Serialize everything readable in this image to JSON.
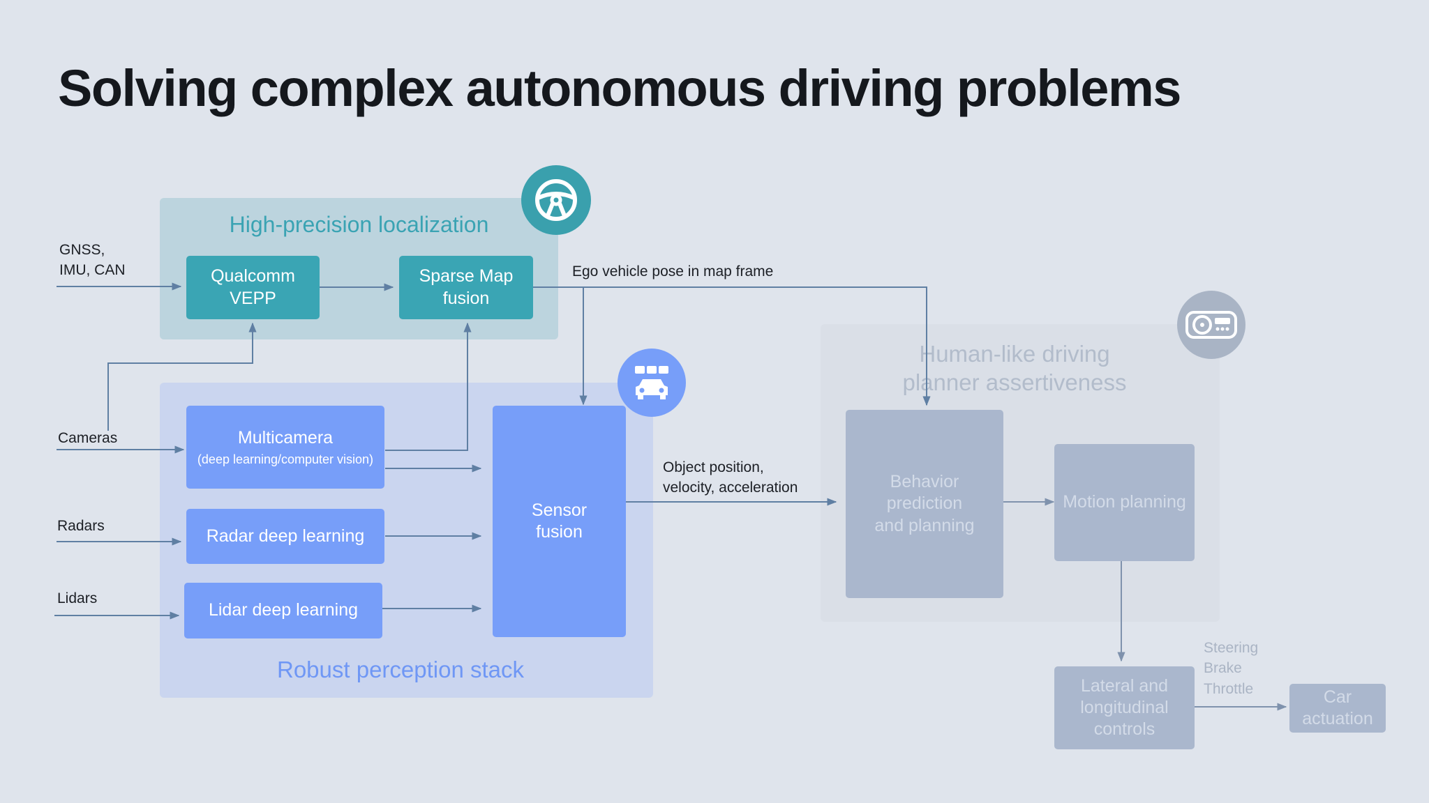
{
  "title": "Solving complex autonomous driving problems",
  "localization": {
    "title": "High-precision localization",
    "vepp_line1": "Qualcomm",
    "vepp_line2": "VEPP",
    "sparse_line1": "Sparse Map",
    "sparse_line2": "fusion",
    "icon": "steering-wheel-icon"
  },
  "perception": {
    "title": "Robust perception stack",
    "multicamera": "Multicamera",
    "multicamera_sub": "(deep learning/computer vision)",
    "radar": "Radar deep learning",
    "lidar": "Lidar deep learning",
    "fusion_line1": "Sensor",
    "fusion_line2": "fusion",
    "icon": "car-sensors-icon"
  },
  "planner": {
    "title_line1": "Human-like driving",
    "title_line2": "planner assertiveness",
    "behavior_line1": "Behavior",
    "behavior_line2": "prediction",
    "behavior_line3": "and planning",
    "motion": "Motion planning",
    "icon": "steering-dashboard-icon"
  },
  "controls": {
    "lateral_line1": "Lateral and",
    "lateral_line2": "longitudinal",
    "lateral_line3": "controls",
    "car_line1": "Car",
    "car_line2": "actuation",
    "signal_1": "Steering",
    "signal_2": "Brake",
    "signal_3": "Throttle"
  },
  "inputs": {
    "gnss_line1": "GNSS,",
    "gnss_line2": "IMU, CAN",
    "cameras": "Cameras",
    "radars": "Radars",
    "lidars": "Lidars"
  },
  "edges": {
    "ego_pose": "Ego vehicle pose in map frame",
    "object_line1": "Object position,",
    "object_line2": "velocity, acceleration"
  },
  "colors": {
    "teal": "#3aa5b4",
    "blue": "#779ef9",
    "faded": "#aab7cd",
    "line": "#5f7fa3"
  }
}
